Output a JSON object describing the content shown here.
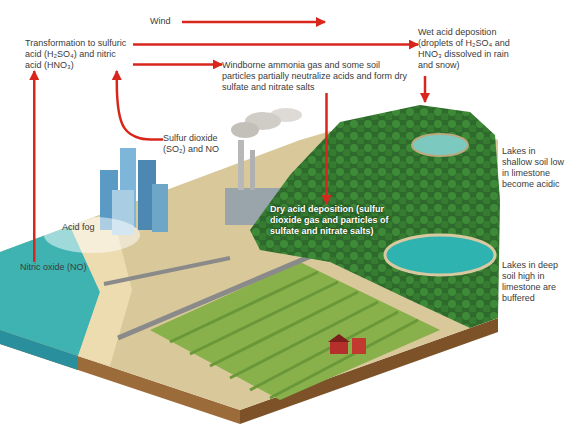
{
  "diagram": {
    "nodes": [
      {
        "text": [
          "Transformation to sulfuric acid (H₂SO₄) and nitric acid (HNO₃)"
        ]
      },
      {
        "text": [
          "Windborne ammonia gas and some soil particles partially neutralize acids and form dry sulfate and nitrate salts"
        ]
      },
      {
        "text": [
          "Wet acid deposition (droplets of H₂SO₄ and HNO₃ dissolved in rain and snow)"
        ]
      },
      {
        "text": [
          "Sulfur dioxide (SO₂) and NO"
        ]
      },
      {
        "text": [
          "Dry acid deposition (sulfur dioxide gas and particles of sulfate and nitrate salts)"
        ]
      },
      {
        "text": [
          "Nitric oxide (NO)"
        ]
      }
    ],
    "edges": [
      {
        "from": 5,
        "to": 0,
        "arrow": "to"
      },
      {
        "from": 3,
        "to": 0,
        "arrow": "to"
      },
      {
        "from": 0,
        "to": 1,
        "arrow": "to"
      },
      {
        "from": 0,
        "to": 2,
        "arrow": "to"
      },
      {
        "from": 1,
        "to": 4,
        "arrow": "to"
      }
    ],
    "labels": [
      "Wind",
      "Acid fog",
      "Lakes in shallow soil low in limestone become acidic",
      "Lakes in deep soil high in limestone are buffered"
    ]
  }
}
